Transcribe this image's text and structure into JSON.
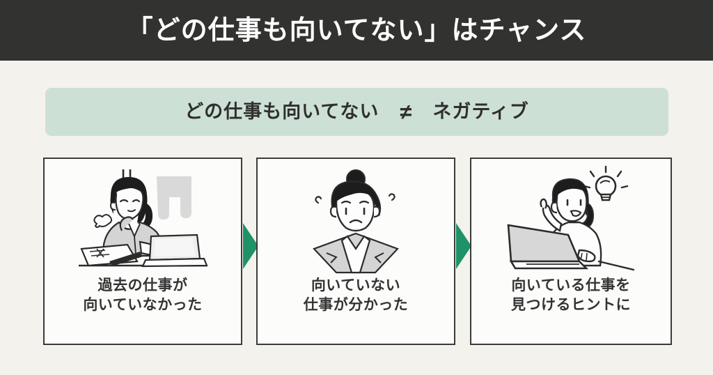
{
  "header": {
    "title": "「どの仕事も向いてない」はチャンス",
    "background_color": "#323231",
    "text_color": "#ffffff"
  },
  "banner": {
    "left_text": "どの仕事も向いてない",
    "operator": "≠",
    "right_text": "ネガティブ",
    "background_color": "#cde0d6",
    "text_color": "#2f2f2e"
  },
  "flow": {
    "arrow_color": "#1f9268",
    "arrow_1_name": "step-arrow-1",
    "arrow_2_name": "step-arrow-2",
    "steps": [
      {
        "illustration": "tired-woman-at-desk-with-laptop-icon",
        "caption_line_1": "過去の仕事が",
        "caption_line_2": "向いていなかった"
      },
      {
        "illustration": "worried-woman-portrait-icon",
        "caption_line_1": "向いていない",
        "caption_line_2": "仕事が分かった"
      },
      {
        "illustration": "woman-with-idea-lightbulb-at-laptop-icon",
        "caption_line_1": "向いている仕事を",
        "caption_line_2": "見つけるヒントに"
      }
    ]
  },
  "page": {
    "background_color": "#f4f2ed",
    "card_background_color": "#fcfcfb",
    "card_border_color": "#3b3b3a",
    "caption_text_color": "#333333"
  }
}
